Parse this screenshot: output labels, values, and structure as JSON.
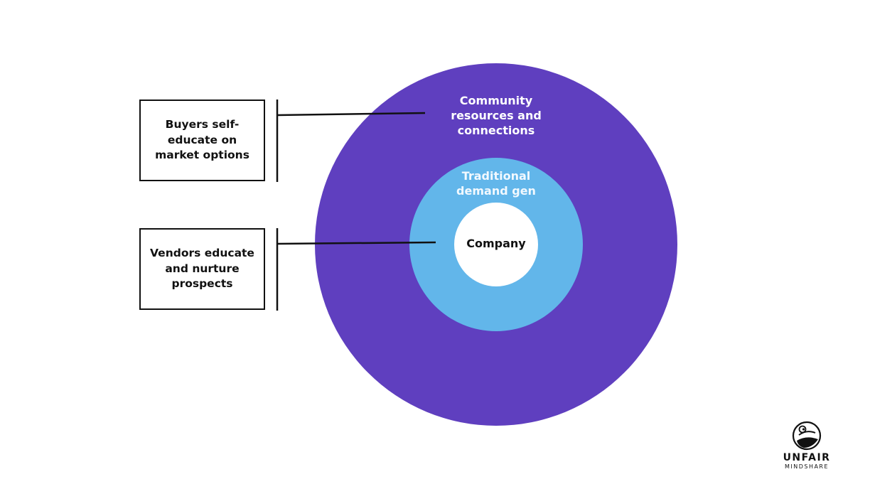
{
  "diagram": {
    "rings": {
      "outer": {
        "label": "Community\nresources and\nconnections",
        "color": "#5f3fbf"
      },
      "middle": {
        "label": "Traditional\ndemand gen",
        "color": "#62b6ea"
      },
      "inner": {
        "label": "Company",
        "color": "#ffffff"
      }
    },
    "callouts": [
      {
        "text": "Buyers self-\neducate on\nmarket options",
        "points_to": "outer"
      },
      {
        "text": "Vendors educate\nand nurture\nprospects",
        "points_to": "middle"
      }
    ],
    "line_color": "#111111"
  },
  "logo": {
    "word1": "UNFAIR",
    "word2": "MINDSHARE"
  }
}
